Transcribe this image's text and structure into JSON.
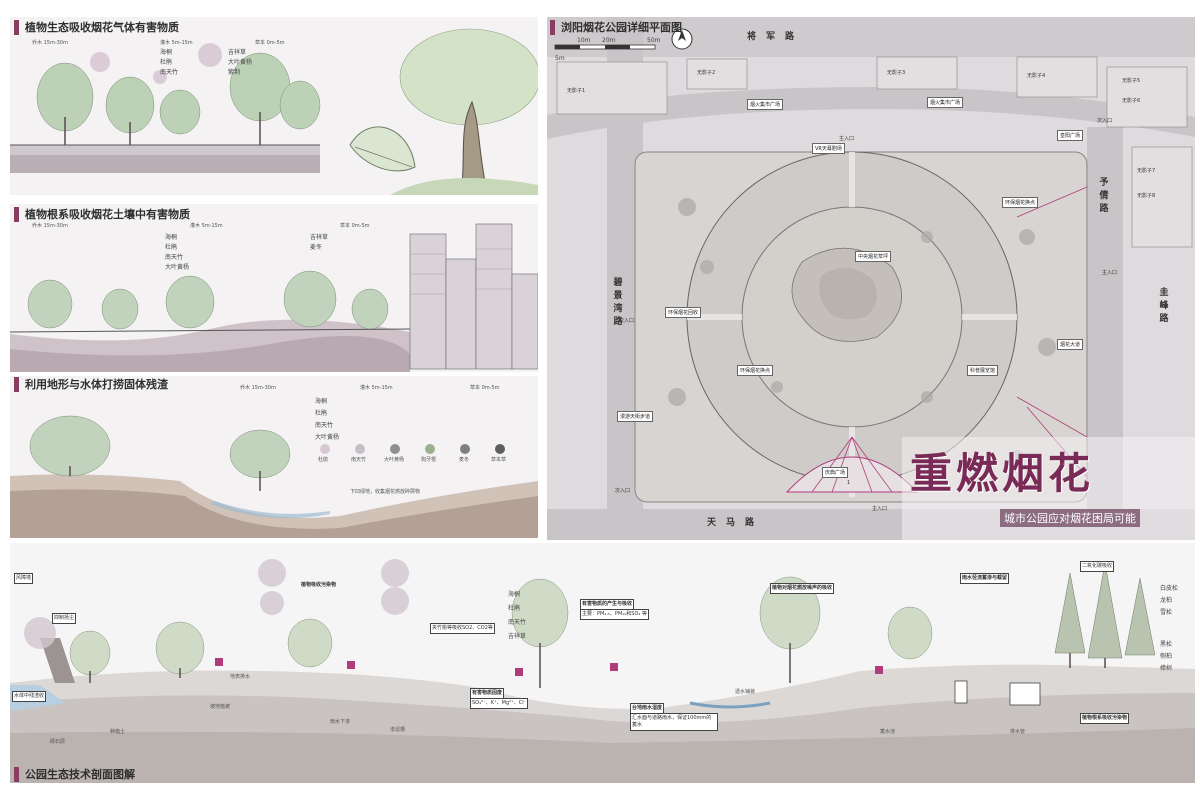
{
  "panels": {
    "p1": {
      "title": "植物生态吸收烟花气体有害物质",
      "col_labels": [
        "乔木 15m-30m",
        "灌木 5m-15m",
        "草本 0m-5m"
      ],
      "plant_names": [
        "海桐",
        "杜鹃",
        "南天竹",
        "吉祥草",
        "大叶黄杨",
        "紫荆"
      ]
    },
    "p2": {
      "title": "植物根系吸收烟花土壤中有害物质",
      "col_labels": [
        "乔木 15m-30m",
        "灌木 5m-15m",
        "草本 0m-5m"
      ],
      "plant_names": [
        "海桐",
        "杜鹃",
        "南天竹",
        "大叶黄杨",
        "吉祥草",
        "麦冬"
      ]
    },
    "p3": {
      "title": "利用地形与水体打捞固体残渣",
      "col_labels": [
        "乔木 15m-30m",
        "灌木 5m-15m",
        "草本 0m-5m"
      ],
      "plant_names": [
        "海桐",
        "杜鹃",
        "南天竹",
        "大叶黄杨"
      ],
      "legend": [
        "杜鹃",
        "南天竹",
        "大叶黄杨",
        "狗牙根",
        "麦冬",
        "草本草"
      ],
      "note": "下凹绿地，收集烟花燃放碎屑物"
    }
  },
  "plan": {
    "title": "浏阳烟花公园详细平面图",
    "scale": [
      "5m",
      "10m",
      "20m",
      "50m"
    ],
    "roads": {
      "north": "将军路",
      "south": "天马路",
      "west": "碧景湾路",
      "east": "予倩路",
      "east2": "圭峰路"
    },
    "plazas": [
      "烟火集市广场",
      "烟火集市广场",
      "皇阳广场",
      "VR天幕剧场",
      "中央烟花草坪",
      "环保烟花换点",
      "环保烟花回收",
      "环保烟花换点",
      "烟花大道",
      "科普展览馆",
      "庆典广场",
      "漫游天街步道"
    ],
    "misc_labels": [
      "主入口",
      "主入口",
      "主入口",
      "次入口",
      "次入口",
      "次入口",
      "1"
    ],
    "buildings": [
      "无影子1",
      "无影子2",
      "无影子3",
      "无影子4",
      "无影子5",
      "无影子6",
      "无影子7",
      "无影子8"
    ],
    "main_title": "重燃烟花",
    "subtitle": "城市公园应对烟花困局可能"
  },
  "section": {
    "title": "公园生态技术剖面图解",
    "labels": {
      "windbreak": "风障墙",
      "suppress": "抑制扬尘",
      "cloud_control": "夹竹桃等吸收SO2、CO2等",
      "plant_absorb": "植物吸收污染物",
      "pollutant": "有害物质的产生与吸收",
      "pollutant_detail": "主要：PM₂.₅、PM₁₀和SO₂ 等",
      "soil_solid": "有害物质固废",
      "ions": "SO₄²⁻、K⁺、Mg²⁺、Cl⁻",
      "rain": "台地雨水湿度",
      "runoff_collect": "汇水面与道路雨水，保证100mm的蓄水",
      "noise": "植物对烟花燃放噪声的吸收",
      "rainwater": "雨水径流蓄渗与截留",
      "root_absorb": "植物根系吸收污染物",
      "water_edge": "水体中残渣收",
      "water_line": "地表排水",
      "infiltration": "雨水下渗",
      "planting": "种植土",
      "gravel": "砾石层",
      "slope": "坡地植被",
      "channel": "渗滤槽",
      "storage": "蓄水池",
      "permeable": "透水铺装",
      "pipe": "排水管",
      "mark_1": "二氧化碳吸收"
    },
    "side_plants": [
      "海桐",
      "杜鹃",
      "南天竹",
      "吉祥草"
    ],
    "right_plants": [
      "白皮松",
      "龙柏",
      "雪松",
      "黑松",
      "侧柏",
      "樟树"
    ]
  },
  "colors": {
    "accent": "#8a3c62",
    "title_text": "#7a2a56",
    "plaza_pink": "#b03c7c"
  }
}
